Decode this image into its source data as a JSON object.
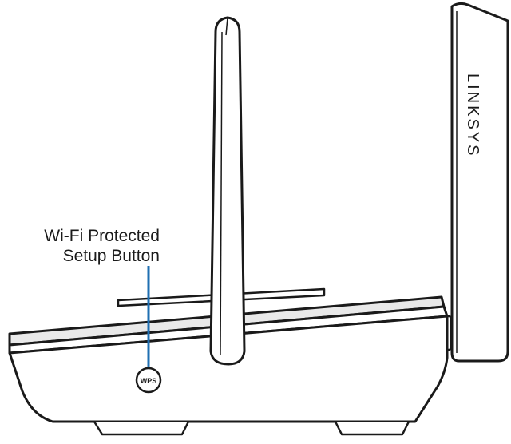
{
  "callout": {
    "line1": "Wi-Fi Protected",
    "line2": "Setup Button",
    "leader_color": "#1f6fb2"
  },
  "brand": {
    "logo_text": "LINKSYS"
  },
  "wps_button": {
    "label": "WPS"
  },
  "colors": {
    "outline": "#1a1a1a",
    "fill": "#ffffff",
    "shade": "#e9e9e9",
    "accent": "#1f6fb2"
  }
}
